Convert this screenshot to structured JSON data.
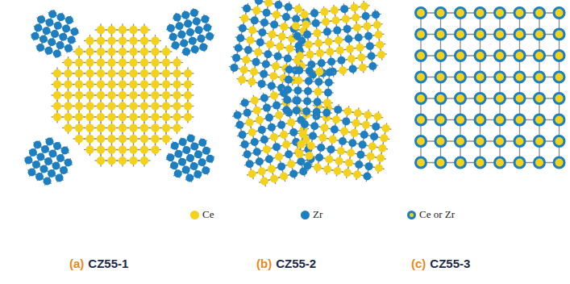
{
  "diagram": {
    "labels": [
      "(a)",
      "CZ55-1",
      "(b)",
      "CZ55-2",
      "(c)",
      "CZ55-3"
    ],
    "legend": [
      {
        "text": "Ce",
        "color": "#f4d21c"
      },
      {
        "text": "Zr",
        "color": "#1c7fc2"
      },
      {
        "text": "Ce or Zr"
      }
    ]
  }
}
